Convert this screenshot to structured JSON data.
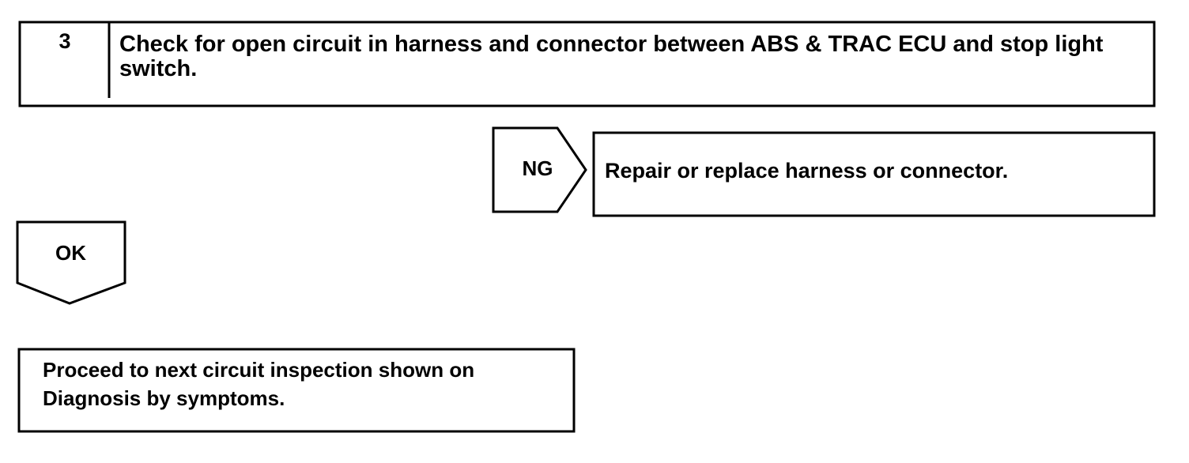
{
  "step": {
    "number": "3",
    "title": "Check for open circuit in harness and connector between ABS & TRAC ECU and stop light switch."
  },
  "ng_branch": {
    "label": "NG",
    "action": "Repair or replace harness or connector."
  },
  "ok_branch": {
    "label": "OK"
  },
  "next_step": {
    "text": "Proceed to next circuit inspection shown on Diagnosis by symptoms."
  }
}
